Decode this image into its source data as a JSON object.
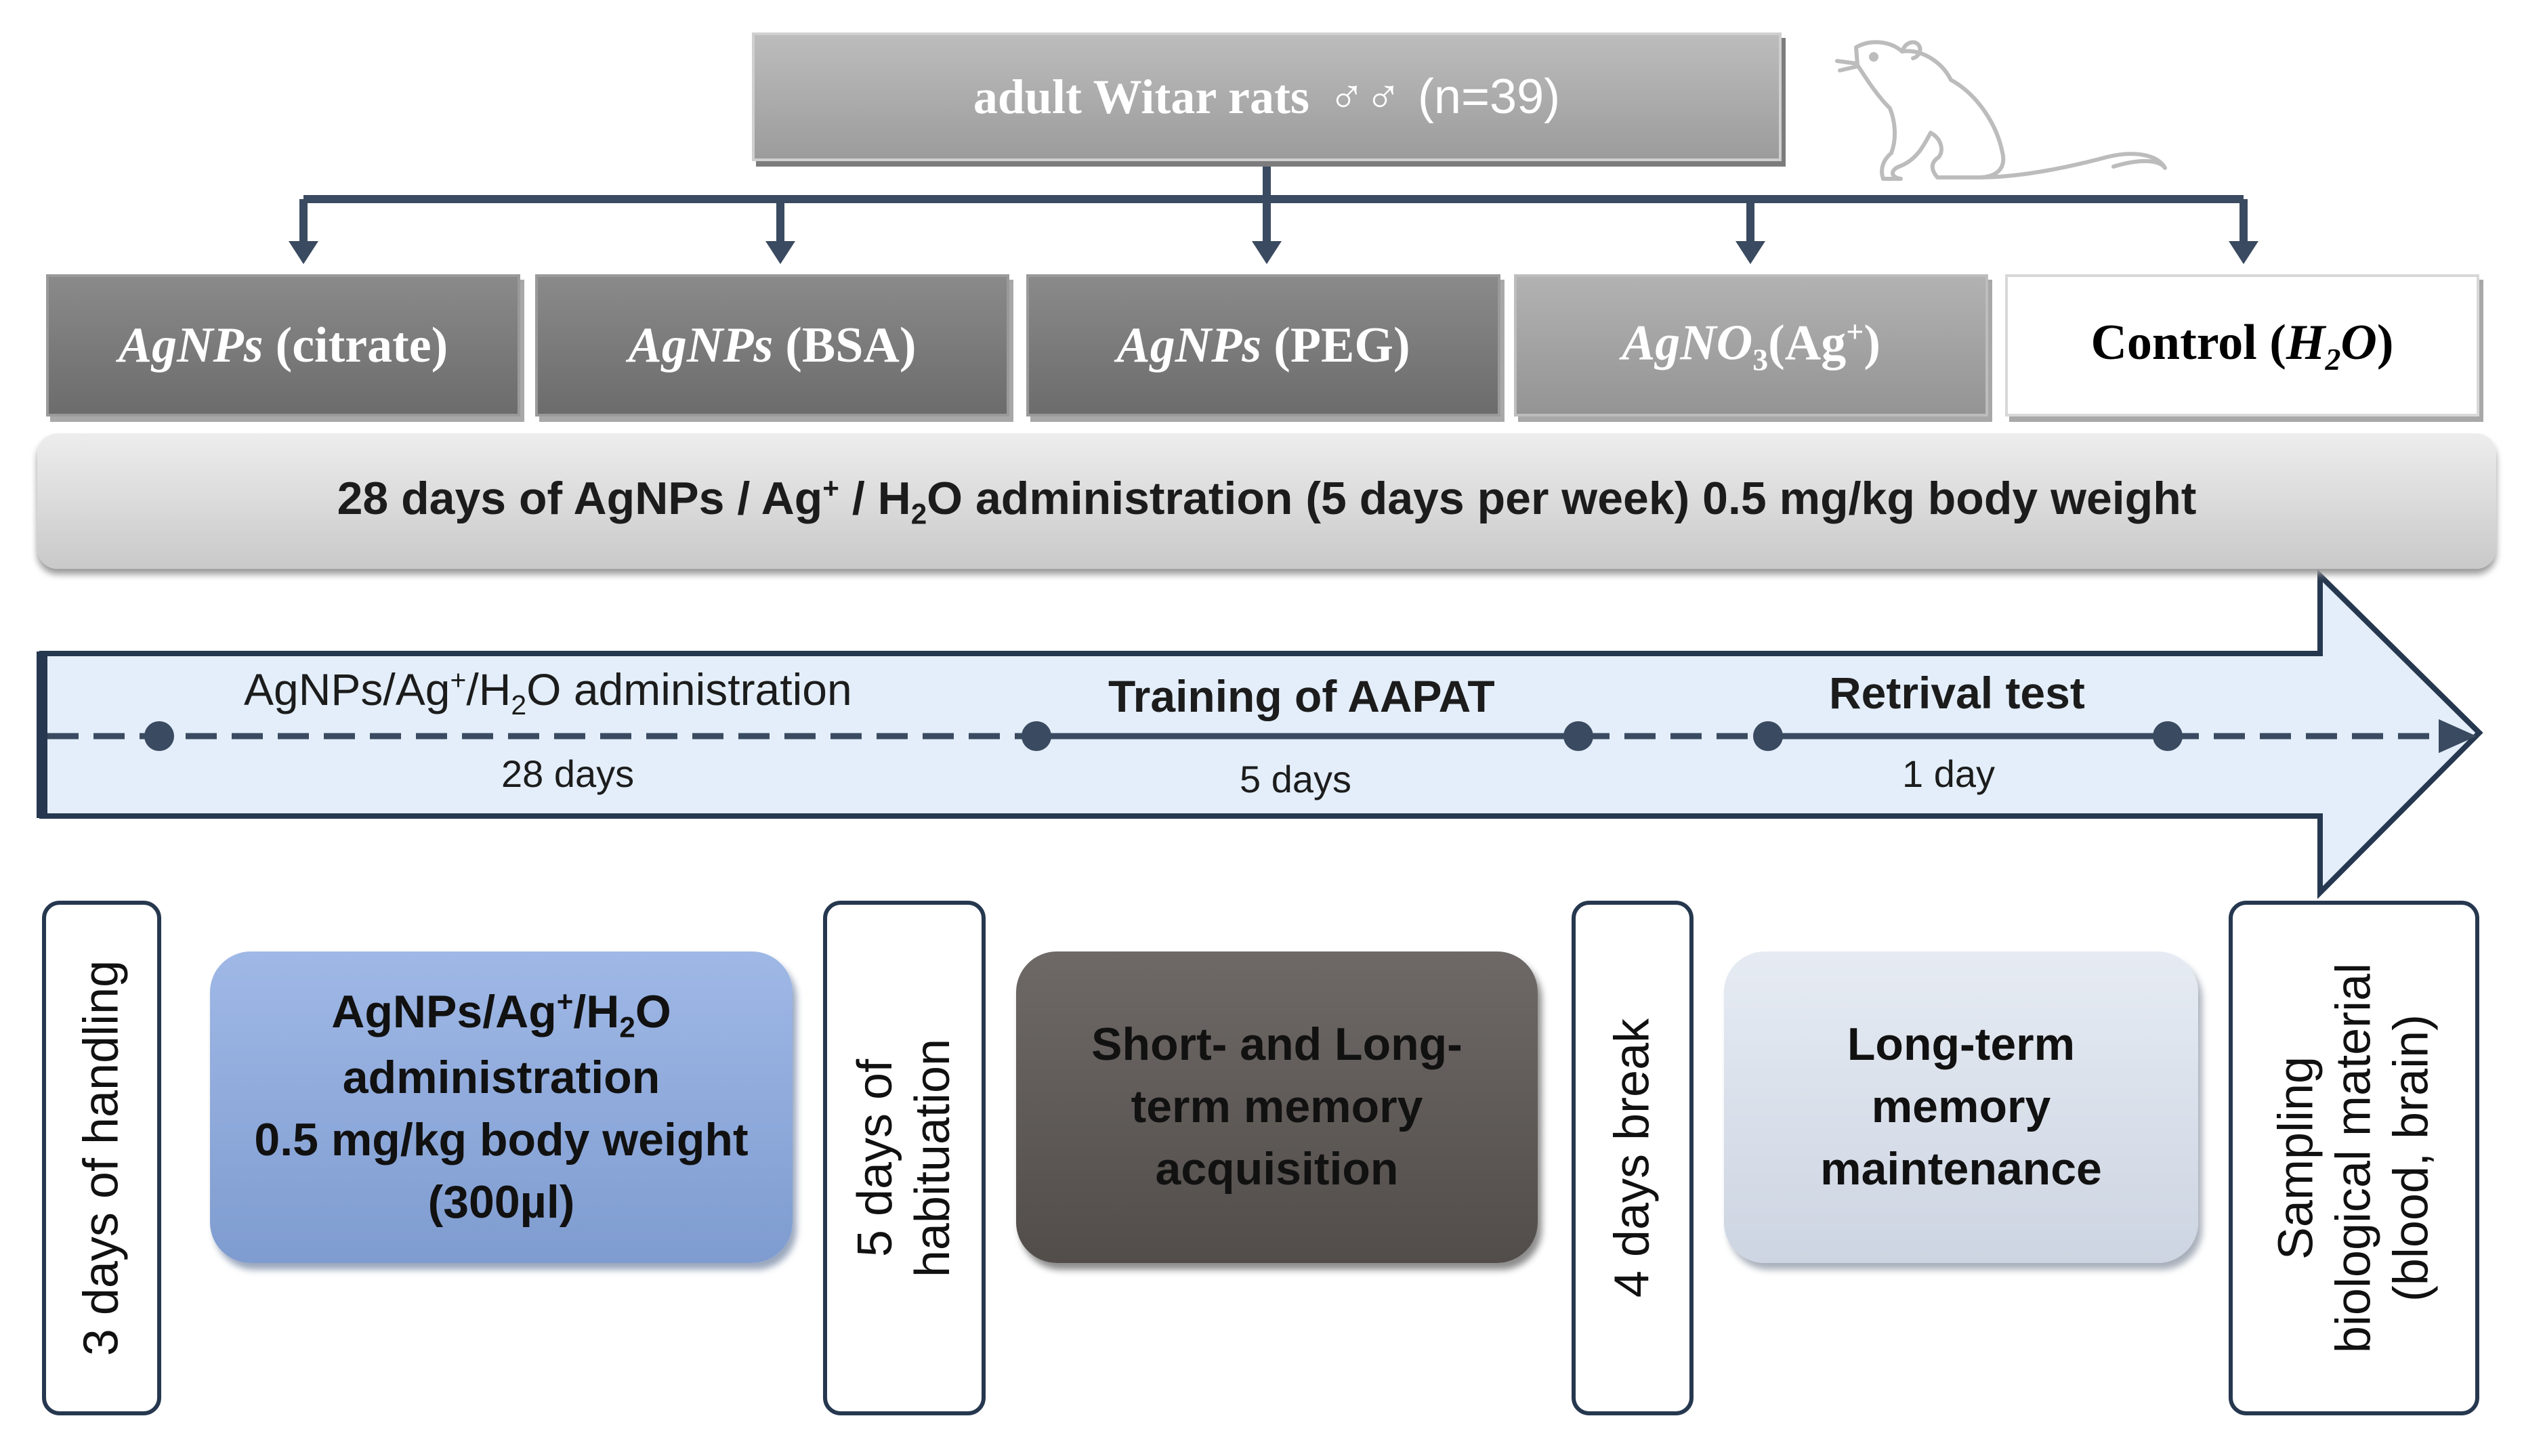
{
  "top_box": {
    "title": "adult Witar rats",
    "symbols": "♂♂",
    "count": "(n=39)"
  },
  "groups": [
    {
      "italic": "AgNPs",
      "rest": "(citrate)"
    },
    {
      "italic": "AgNPs",
      "rest": "(BSA)"
    },
    {
      "italic": "AgNPs",
      "rest": "(PEG)"
    },
    {
      "italic": "AgNO",
      "sub": "3",
      "rest": "(Ag",
      "sup": "+",
      "end": ")"
    },
    {
      "pre": "Control (",
      "italic": "H",
      "sub": "2",
      "italic2": "O",
      "end": ")"
    }
  ],
  "band": {
    "a": "28 days of AgNPs / Ag",
    "sup": "+",
    "b": " / H",
    "sub": "2",
    "c": "O administration (5 days per week) 0.5 mg/kg body weight"
  },
  "timeline": {
    "phase1": {
      "a": "AgNPs/Ag",
      "sup": "+",
      "b": "/H",
      "sub": "2",
      "c": "O administration",
      "duration": "28 days"
    },
    "phase2": {
      "label": "Training of AAPAT",
      "duration": "5 days"
    },
    "phase3": {
      "label": "Retrival test",
      "duration": "1 day"
    }
  },
  "steps": {
    "handling": "3 days of handling",
    "habituation_line1": "5 days of",
    "habituation_line2": "habituation",
    "break": "4 days break",
    "sampling_line1": "Sampling",
    "sampling_line2": "biological material",
    "sampling_line3": "(blood, brain)"
  },
  "admin_box": {
    "line1_a": "AgNPs/Ag",
    "line1_sup": "+",
    "line1_b": "/H",
    "line1_sub": "2",
    "line1_c": "O",
    "line2": "administration",
    "line3": "0.5 mg/kg body weight",
    "line4": "(300µl)"
  },
  "stm_box": {
    "line1": "Short- and Long-",
    "line2": "term memory",
    "line3": "acquisition"
  },
  "ltm_box": {
    "line1": "Long-term",
    "line2": "memory",
    "line3": "maintenance"
  },
  "colors": {
    "connector": "#3a4a60",
    "timeline_fill": "#e3eefa",
    "timeline_outline": "#26384f",
    "blue_box": "#8aa6d8",
    "dark_box": "#5e5956"
  },
  "icons": {
    "mascot": "rat-icon"
  }
}
